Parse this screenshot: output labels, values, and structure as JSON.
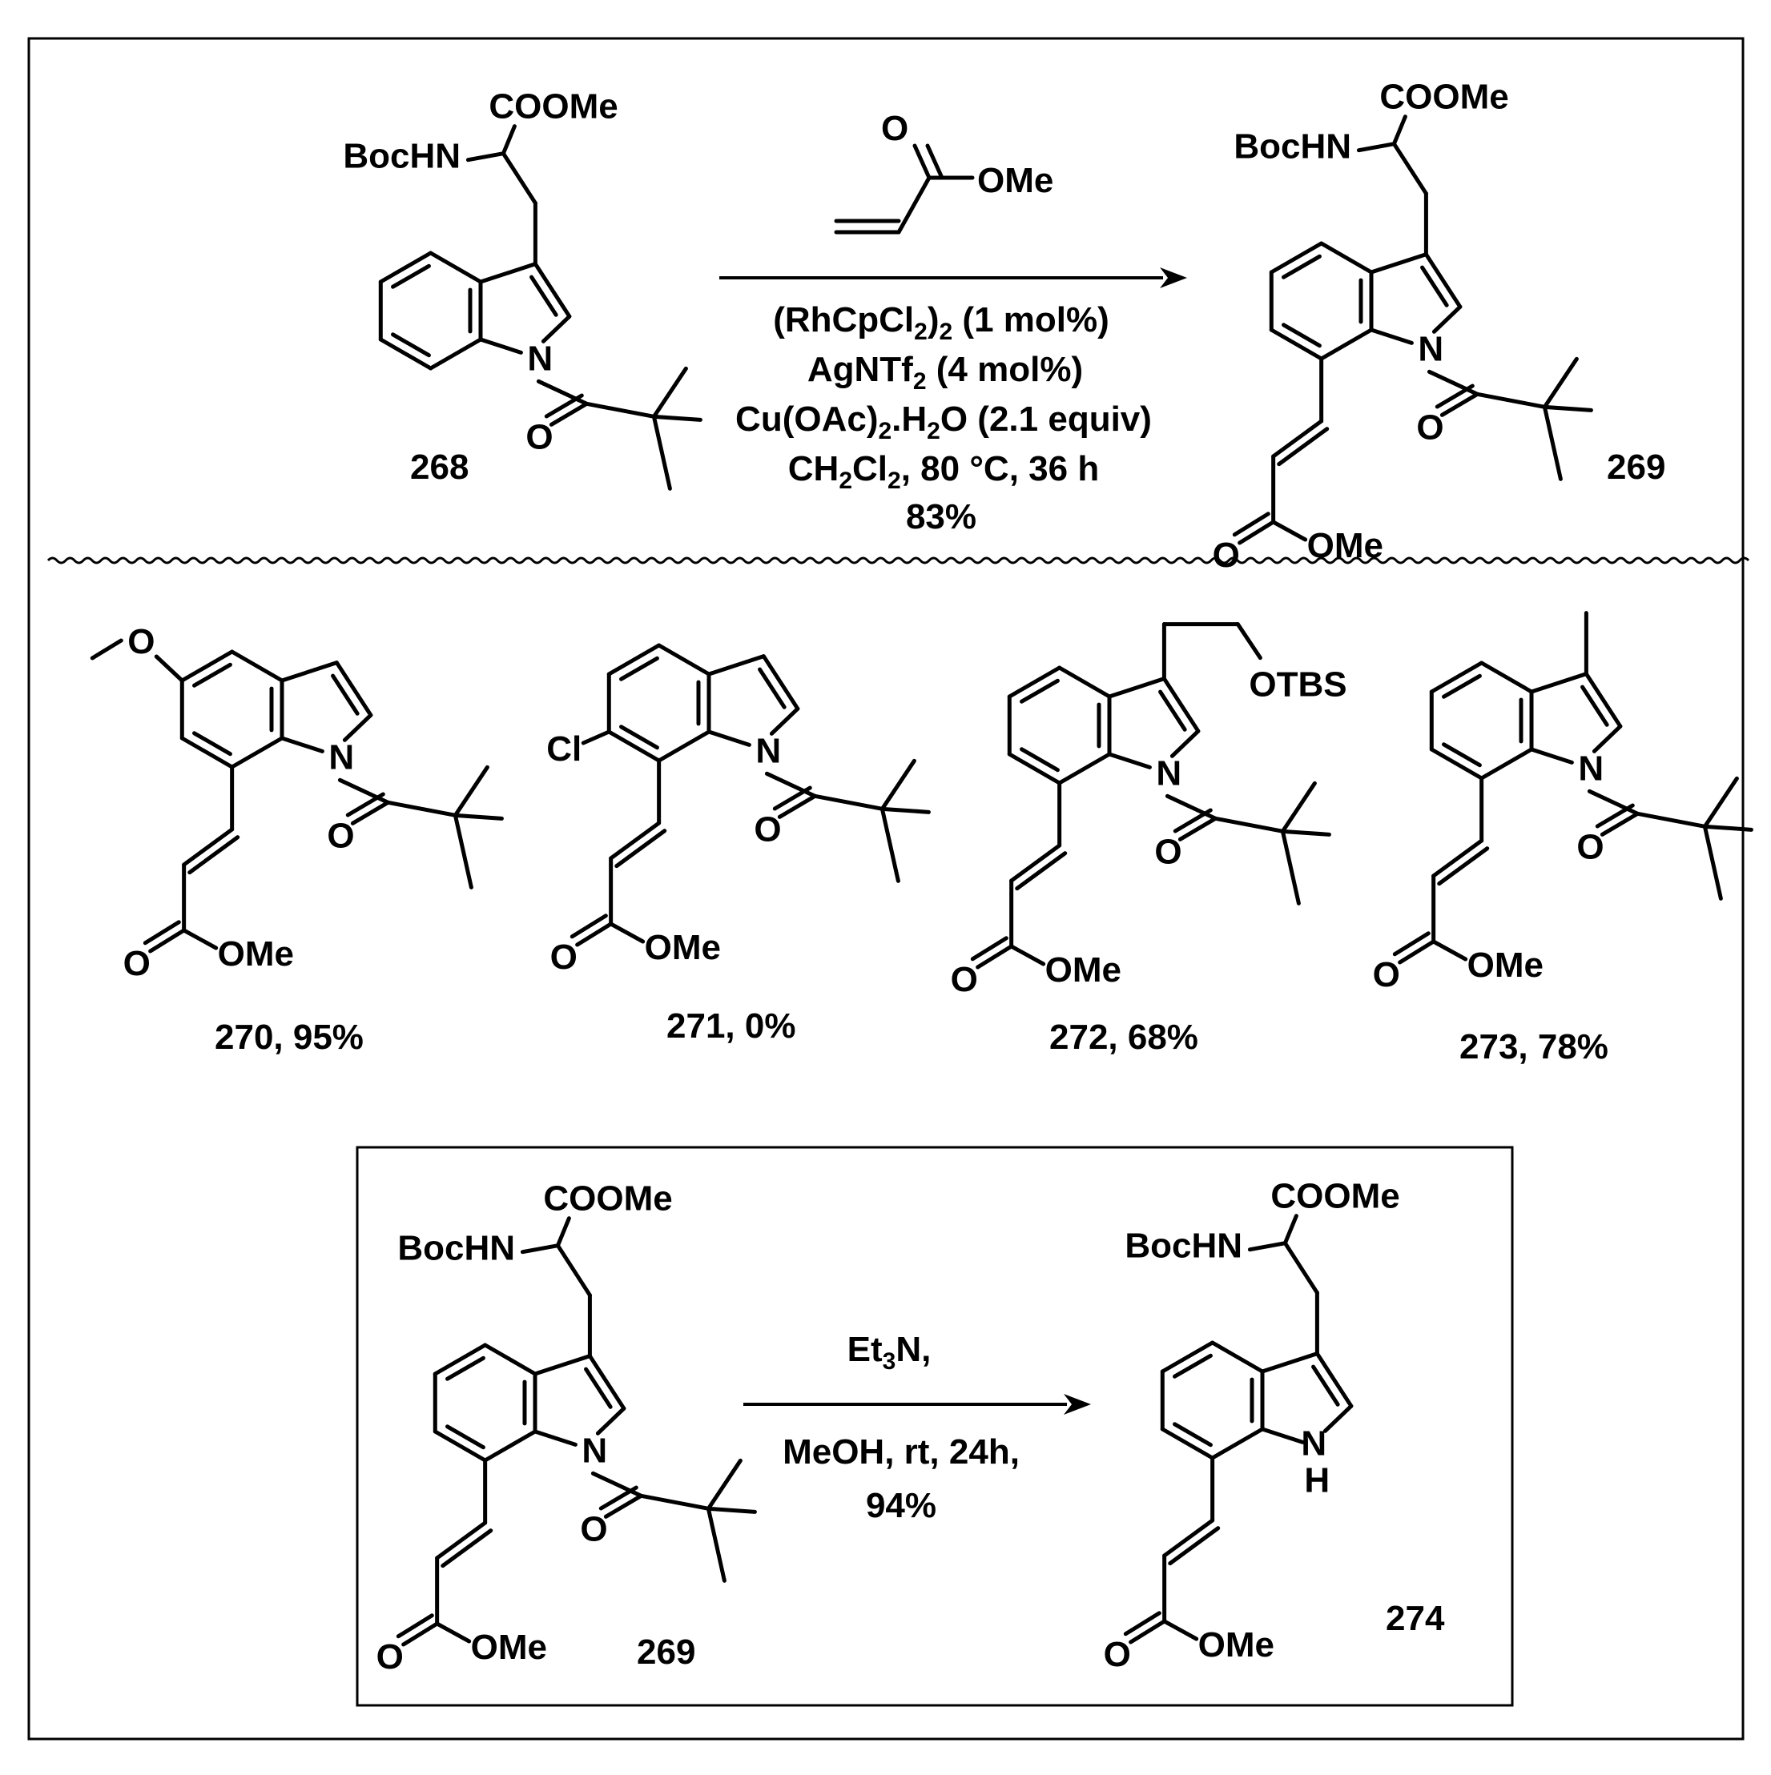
{
  "reaction1": {
    "reagent_O": "O",
    "reagent_OMe": "OMe",
    "conditions": [
      {
        "pre": "(RhCpCl",
        "sub": "2",
        "mid": ")",
        "sub2": "2",
        "post": " (1 mol%)"
      },
      {
        "pre": "AgNTf",
        "sub": "2",
        "mid": "",
        "sub2": "",
        "post": " (4 mol%)"
      },
      {
        "pre": "Cu(OAc)",
        "sub": "2",
        "mid": ".H",
        "sub2": "2",
        "post": "O (2.1 equiv)"
      },
      {
        "pre": "CH",
        "sub": "2",
        "mid": "Cl",
        "sub2": "2",
        "post": ", 80 °C, 36 h"
      }
    ],
    "yield": "83%"
  },
  "compounds": {
    "c268": {
      "label": "268",
      "COOMe": "COOMe",
      "BocHN": "BocHN",
      "N": "N",
      "O": "O"
    },
    "c269": {
      "label": "269",
      "COOMe": "COOMe",
      "BocHN": "BocHN",
      "N": "N",
      "O": "O",
      "ester_O": "O",
      "ester_OMe": "OMe"
    },
    "c270": {
      "label": "270, 95%",
      "N": "N",
      "O": "O",
      "ester_O": "O",
      "ester_OMe": "OMe",
      "methoxy_O": "O"
    },
    "c271": {
      "label": "271, 0%",
      "N": "N",
      "O": "O",
      "ester_O": "O",
      "ester_OMe": "OMe",
      "Cl": "Cl"
    },
    "c272": {
      "label": "272, 68%",
      "N": "N",
      "O": "O",
      "ester_O": "O",
      "ester_OMe": "OMe",
      "OTBS": "OTBS"
    },
    "c273": {
      "label": "273, 78%",
      "N": "N",
      "O": "O",
      "ester_O": "O",
      "ester_OMe": "OMe"
    },
    "c269b": {
      "label": "269",
      "COOMe": "COOMe",
      "BocHN": "BocHN",
      "N": "N",
      "O": "O",
      "ester_O": "O",
      "ester_OMe": "OMe"
    },
    "c274": {
      "label": "274",
      "COOMe": "COOMe",
      "BocHN": "BocHN",
      "N": "N",
      "H": "H",
      "ester_O": "O",
      "ester_OMe": "OMe"
    }
  },
  "reaction2": {
    "above": {
      "pre": "Et",
      "sub": "3",
      "post": "N,"
    },
    "below1": "MeOH, rt, 24h,",
    "below2": "94%"
  }
}
